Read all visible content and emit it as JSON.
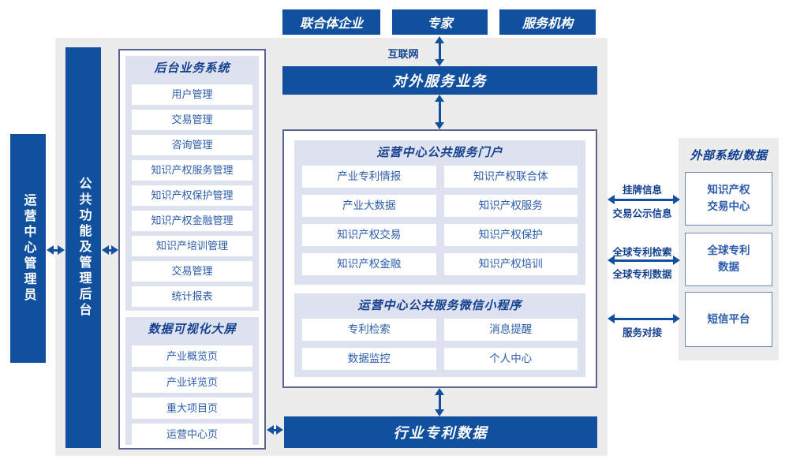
{
  "top_actors": [
    "联合体企业",
    "专家",
    "服务机构"
  ],
  "internet_label": "互联网",
  "external_service_bar": "对外服务业务",
  "admin_bar": "运营中心管理员",
  "backend_bar": "公共功能及管理后台",
  "backend_system": {
    "title": "后台业务系统",
    "items": [
      "用户管理",
      "交易管理",
      "咨询管理",
      "知识产权服务管理",
      "知识产权保护管理",
      "知识产权金融管理",
      "知识产培训管理",
      "交易管理",
      "统计报表"
    ]
  },
  "dashboard": {
    "title": "数据可视化大屏",
    "items": [
      "产业概览页",
      "产业详览页",
      "重大项目页",
      "运营中心页"
    ]
  },
  "portal": {
    "title": "运营中心公共服务门户",
    "items": [
      "产业专利情报",
      "知识产权联合体",
      "产业大数据",
      "知识产权服务",
      "知识产权交易",
      "知识产权保护",
      "知识产权金融",
      "知识产权培训"
    ]
  },
  "miniprogram": {
    "title": "运营中心公共服务微信小程序",
    "items": [
      "专利检索",
      "消息提醒",
      "数据监控",
      "个人中心"
    ]
  },
  "industry_bar": "行业专利数据",
  "external_systems": {
    "title": "外部系统/数据",
    "boxes": [
      "知识产权\n交易中心",
      "全球专利\n数据",
      "短信平台"
    ]
  },
  "links": {
    "listing_top": "挂牌信息",
    "listing_bottom": "交易公示信息",
    "patent_top": "全球专利检索",
    "patent_bottom": "全球专利数据",
    "service": "服务对接"
  },
  "colors": {
    "primary_blue": "#11509e",
    "text_blue": "#2b5cab",
    "header_navy": "#15418f",
    "panel_lavender": "#dee2f0",
    "bg_gray": "#ececec",
    "box_border": "#5c6590"
  }
}
